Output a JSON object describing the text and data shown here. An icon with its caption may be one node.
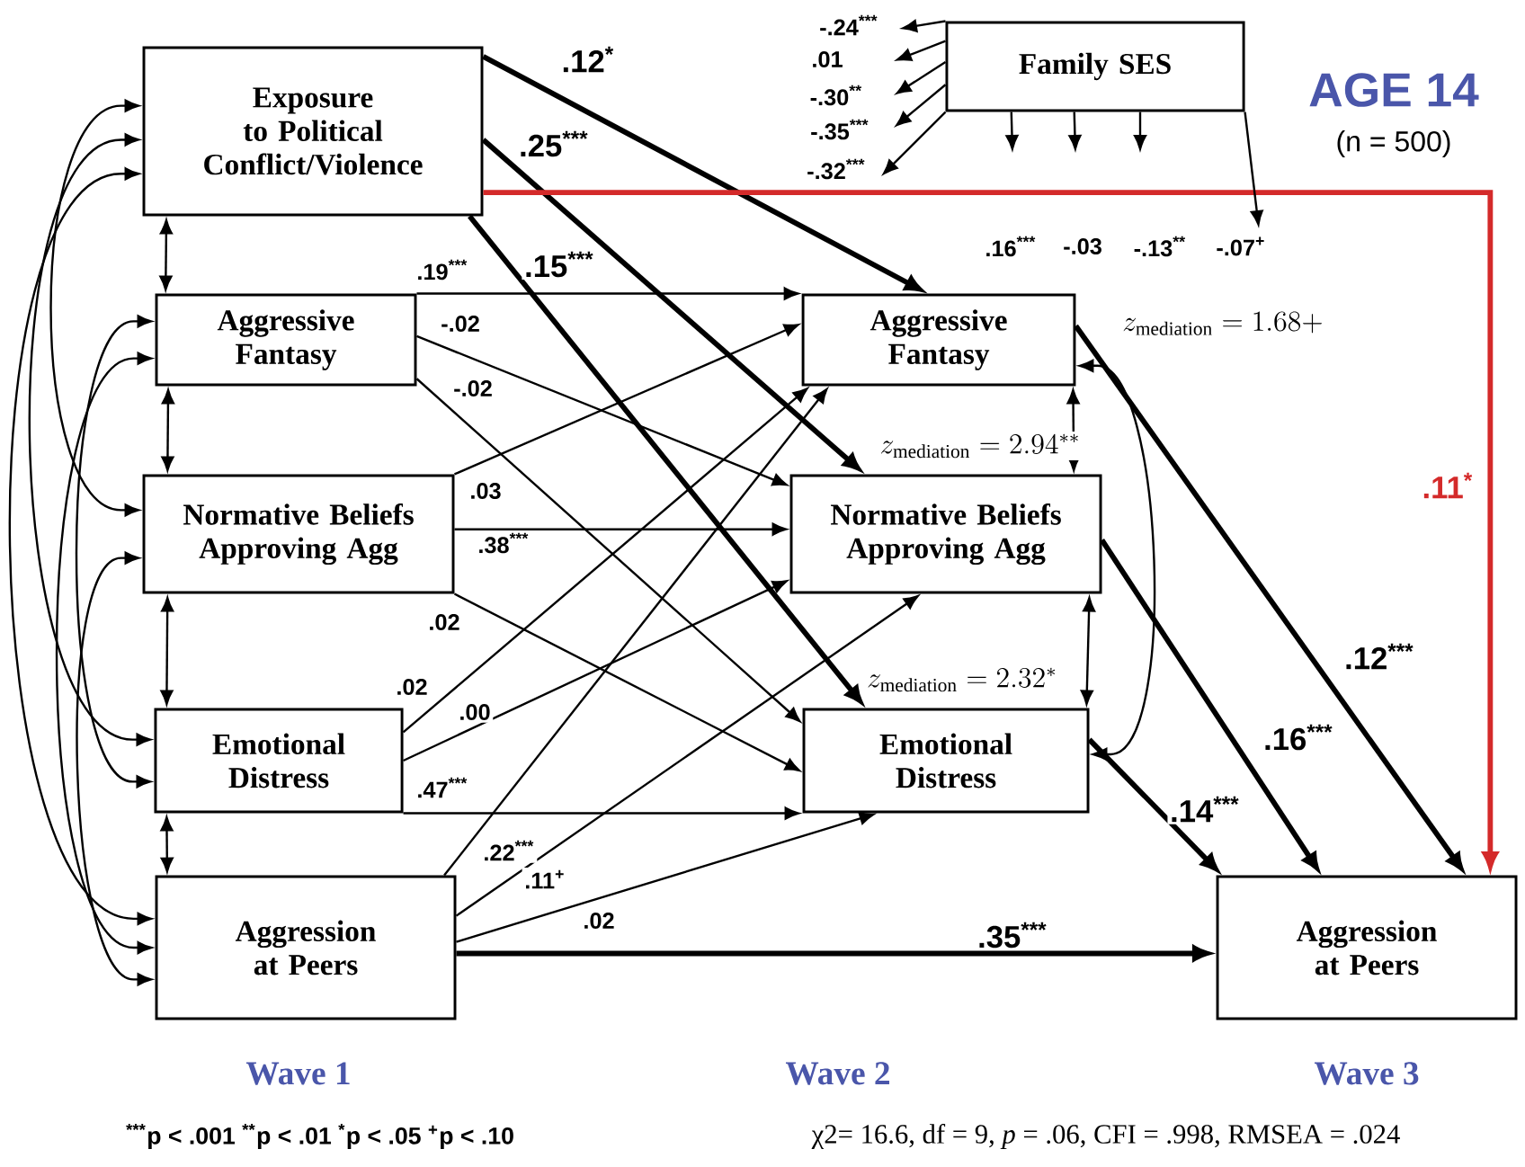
{
  "diagram": {
    "title": "AGE 14",
    "nodes": [
      {
        "text": [
          "Exposure to Political Conflict/Violence"
        ]
      },
      {
        "text": [
          "Aggressive Fantasy"
        ]
      },
      {
        "text": [
          "Normative Beliefs Approving Agg"
        ]
      },
      {
        "text": [
          "Emotional Distress"
        ]
      },
      {
        "text": [
          "Aggression at Peers"
        ]
      },
      {
        "text": [
          "Family SES"
        ]
      },
      {
        "text": [
          "Aggressive Fantasy"
        ]
      },
      {
        "text": [
          "Normative Beliefs Approving Agg"
        ]
      },
      {
        "text": [
          "Emotional Distress"
        ]
      },
      {
        "text": [
          "Aggression at Peers"
        ]
      }
    ],
    "edges": [
      {
        "from": 0,
        "to": 6,
        "arrow": "to",
        "label": ".12$^{*}$",
        "style": "thick"
      },
      {
        "from": 0,
        "to": 7,
        "arrow": "to",
        "label": ".25$^{***}$",
        "style": "thick"
      },
      {
        "from": 0,
        "to": 8,
        "arrow": "to",
        "label": ".15$^{***}$",
        "style": "thick"
      },
      {
        "from": 0,
        "to": 9,
        "arrow": "to",
        "label": ".11$^{*}$",
        "style": "thick",
        "color": "#d42a2a"
      },
      {
        "from": 1,
        "to": 6,
        "arrow": "to",
        "label": ".19$^{***}$"
      },
      {
        "from": 1,
        "to": 7,
        "arrow": "to",
        "label": "-.02"
      },
      {
        "from": 1,
        "to": 8,
        "arrow": "to",
        "label": "-.02"
      },
      {
        "from": 2,
        "to": 6,
        "arrow": "to",
        "label": ".03"
      },
      {
        "from": 2,
        "to": 7,
        "arrow": "to",
        "label": ".38$^{***}$"
      },
      {
        "from": 2,
        "to": 8,
        "arrow": "to",
        "label": ".02"
      },
      {
        "from": 3,
        "to": 6,
        "arrow": "to",
        "label": ".02"
      },
      {
        "from": 3,
        "to": 7,
        "arrow": "to",
        "label": ".00"
      },
      {
        "from": 3,
        "to": 8,
        "arrow": "to",
        "label": ".47$^{***}$"
      },
      {
        "from": 4,
        "to": 6,
        "arrow": "to",
        "label": ".22$^{***}$"
      },
      {
        "from": 4,
        "to": 7,
        "arrow": "to",
        "label": ".11$^{+}$"
      },
      {
        "from": 4,
        "to": 8,
        "arrow": "to",
        "label": ".02"
      },
      {
        "from": 4,
        "to": 9,
        "arrow": "to",
        "label": ".35$^{***}$",
        "style": "thick"
      },
      {
        "from": 6,
        "to": 9,
        "arrow": "to",
        "label": ".12$^{***}$",
        "style": "thick"
      },
      {
        "from": 7,
        "to": 9,
        "arrow": "to",
        "label": ".16$^{***}$",
        "style": "thick"
      },
      {
        "from": 8,
        "to": 9,
        "arrow": "to",
        "label": ".14$^{***}$",
        "style": "thick"
      },
      {
        "from": 5,
        "to": null,
        "arrow": "to",
        "label": "-.24$^{***}$"
      },
      {
        "from": 5,
        "to": null,
        "arrow": "to",
        "label": ".01"
      },
      {
        "from": 5,
        "to": null,
        "arrow": "to",
        "label": "-.30$^{**}$"
      },
      {
        "from": 5,
        "to": null,
        "arrow": "to",
        "label": "-.35$^{***}$"
      },
      {
        "from": 5,
        "to": null,
        "arrow": "to",
        "label": "-.32$^{***}$"
      },
      {
        "from": 5,
        "to": null,
        "arrow": "to",
        "label": ".16$^{***}$"
      },
      {
        "from": 5,
        "to": null,
        "arrow": "to",
        "label": "-.03"
      },
      {
        "from": 5,
        "to": null,
        "arrow": "to",
        "label": "-.13$^{**}$"
      },
      {
        "from": 5,
        "to": null,
        "arrow": "to",
        "label": "-.07$^{+}$"
      },
      {
        "from": 0,
        "to": 1,
        "arrow": "both"
      },
      {
        "from": 1,
        "to": 2,
        "arrow": "both"
      },
      {
        "from": 2,
        "to": 3,
        "arrow": "both"
      },
      {
        "from": 3,
        "to": 4,
        "arrow": "both"
      },
      {
        "from": 0,
        "to": 2,
        "arrow": "both"
      },
      {
        "from": 0,
        "to": 3,
        "arrow": "both"
      },
      {
        "from": 0,
        "to": 4,
        "arrow": "both"
      },
      {
        "from": 1,
        "to": 3,
        "arrow": "both"
      },
      {
        "from": 1,
        "to": 4,
        "arrow": "both"
      },
      {
        "from": 2,
        "to": 4,
        "arrow": "both"
      },
      {
        "from": 6,
        "to": 7,
        "arrow": "both"
      },
      {
        "from": 7,
        "to": 8,
        "arrow": "both"
      },
      {
        "from": 6,
        "to": 8,
        "arrow": "both"
      }
    ],
    "labels": [
      "(n = 500)",
      "z_{\\mathrm{mediation}}= 1.68+",
      "z_{\\mathrm{mediation}}= 2.94^{**}",
      "z_{\\mathrm{mediation}}= 2.32^{*}",
      "Wave 1",
      "Wave 2",
      "Wave 3",
      "$^{***}$p < .001  $^{**}$p < .01  $^{*}$p < .05  $^{+}$p < .10",
      "χ2= 16.6, df = 9, *p* = .06, CFI = .998, RMSEA = .024"
    ]
  }
}
